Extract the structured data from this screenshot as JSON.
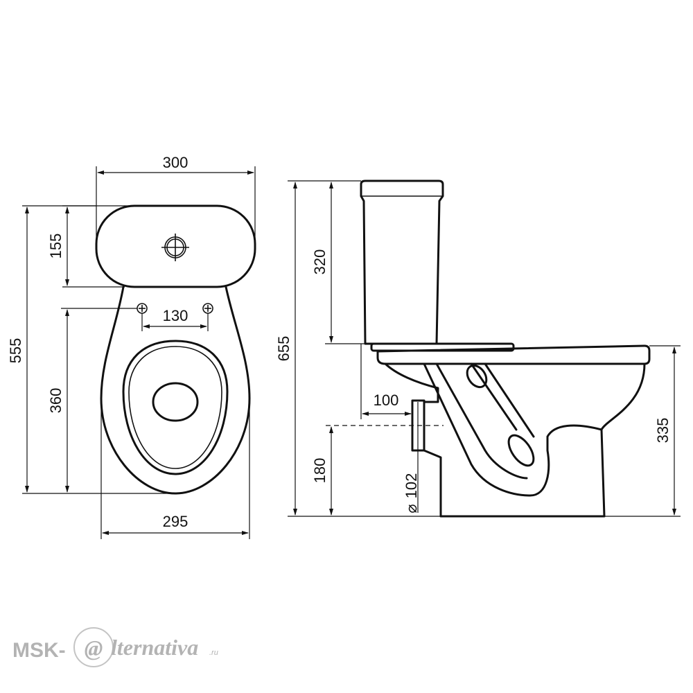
{
  "drawing": {
    "top_view": {
      "width_tank": "300",
      "depth_tank": "155",
      "bolt_spacing": "130",
      "total_depth": "555",
      "bowl_depth": "360",
      "bowl_width": "295"
    },
    "side_view": {
      "total_height": "655",
      "tank_height": "320",
      "outlet_offset": "100",
      "outlet_height": "180",
      "outlet_diameter": "102",
      "diameter_symbol": "⌀",
      "seat_height": "335"
    }
  },
  "watermark": {
    "prefix": "MSK-",
    "at_sign": "@",
    "brand": "lternativa",
    "tld": ".ru"
  }
}
